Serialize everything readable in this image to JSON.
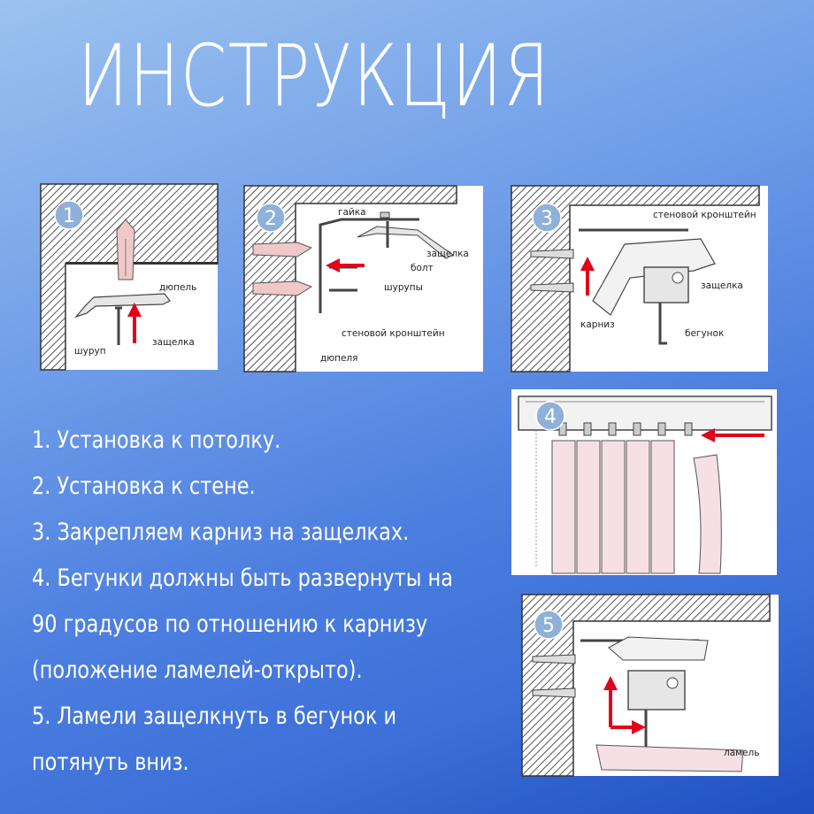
{
  "title": "ИНСТРУКЦИЯ",
  "steps": [
    "1. Установка к потолку.",
    "2. Установка к стене.",
    "3. Закрепляем карниз на защелках.",
    "4. Бегунки должны быть развернуты на",
    "90 градусов по отношению к карнизу",
    "(положение ламелей-открыто).",
    "5. Ламели защелкнуть в бегунок и",
    "потянуть вниз."
  ],
  "diagrams": {
    "d1": {
      "number": "1",
      "labels": {
        "dowel": "дюпель",
        "screw": "шуруп",
        "latch": "защелка"
      }
    },
    "d2": {
      "number": "2",
      "labels": {
        "nut": "гайка",
        "latch": "защелка",
        "bolt": "болт",
        "screws": "шурупы",
        "bracket": "стеновой кронштейн",
        "dowels": "дюпеля"
      }
    },
    "d3": {
      "number": "3",
      "labels": {
        "bracket": "стеновой кронштейн",
        "latch": "защелка",
        "cornice": "карниз",
        "runner": "бегунок"
      }
    },
    "d4": {
      "number": "4"
    },
    "d5": {
      "number": "5",
      "labels": {
        "slat": "ламель"
      }
    }
  },
  "colors": {
    "arrow": "#e3001b",
    "dowel": "#f0c8c8",
    "slat": "#f7dfe6",
    "hatch": "#555555",
    "badge": "#8fb0d8"
  }
}
